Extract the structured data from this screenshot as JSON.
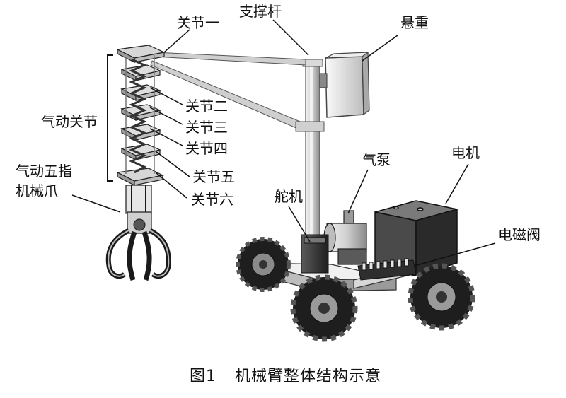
{
  "labels": {
    "joint1": "关节一",
    "strut": "支撑杆",
    "counterweight": "悬重",
    "pneumatic_joints": "气动关节",
    "joint2": "关节二",
    "joint3": "关节三",
    "joint4": "关节四",
    "joint5": "关节五",
    "joint6": "关节六",
    "gripper_line1": "气动五指",
    "gripper_line2": "机械爪",
    "air_pump": "气泵",
    "motor": "电机",
    "servo": "舵机",
    "solenoid_valve": "电磁阀"
  },
  "caption": {
    "fig": "图1",
    "text": "机械臂整体结构示意"
  }
}
